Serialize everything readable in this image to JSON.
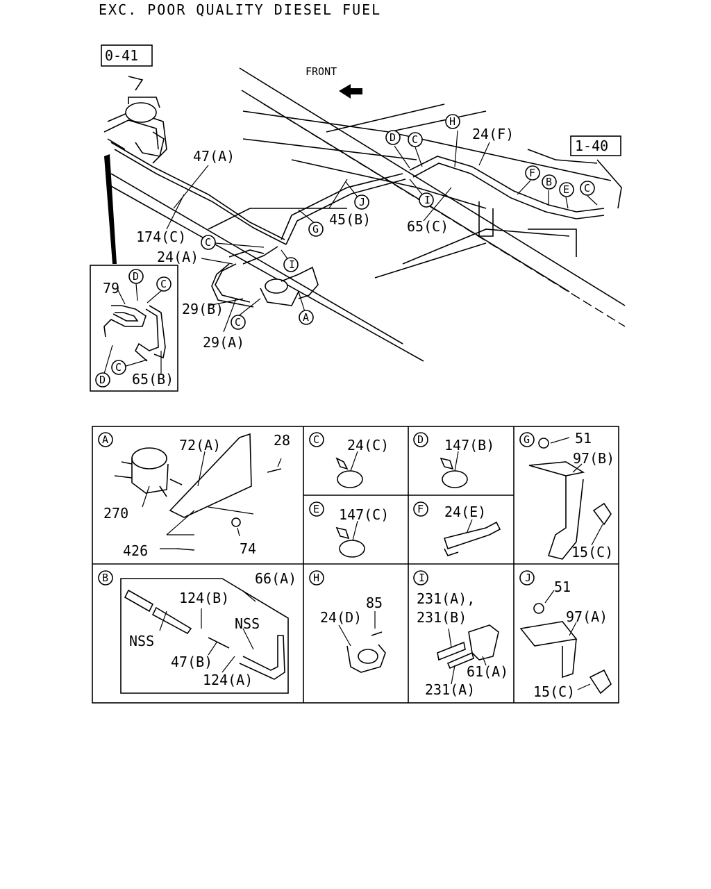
{
  "title": "EXC. POOR QUALITY DIESEL FUEL",
  "front_label": "FRONT",
  "ref_boxes": {
    "left": "0-41",
    "right": "1-40"
  },
  "main": {
    "labels": {
      "l47a": "47(A)",
      "l174c": "174(C)",
      "l24a": "24(A)",
      "l29b": "29(B)",
      "l29a": "29(A)",
      "l45b": "45(B)",
      "l65c": "65(C)",
      "l24f": "24(F)"
    },
    "callouts": {
      "D1": "D",
      "C1": "C",
      "H": "H",
      "F": "F",
      "B": "B",
      "E": "E",
      "C2": "C",
      "J": "J",
      "I1": "I",
      "G": "G",
      "C3": "C",
      "I2": "I",
      "C4": "C",
      "A": "A"
    }
  },
  "inset": {
    "labels": {
      "l79": "79",
      "l65b": "65(B)"
    },
    "callouts": {
      "D1": "D",
      "C1": "C",
      "C2": "C",
      "D2": "D"
    }
  },
  "details": {
    "A": {
      "letter": "A",
      "labels": [
        "72(A)",
        "28",
        "270",
        "74",
        "426"
      ]
    },
    "C": {
      "letter": "C",
      "labels": [
        "24(C)"
      ]
    },
    "D": {
      "letter": "D",
      "labels": [
        "147(B)"
      ]
    },
    "G": {
      "letter": "G",
      "labels": [
        "51",
        "97(B)",
        "15(C)"
      ]
    },
    "E": {
      "letter": "E",
      "labels": [
        "147(C)"
      ]
    },
    "F": {
      "letter": "F",
      "labels": [
        "24(E)"
      ]
    },
    "B": {
      "letter": "B",
      "labels": [
        "124(B)",
        "66(A)",
        "NSS",
        "NSS",
        "47(B)",
        "124(A)"
      ]
    },
    "H": {
      "letter": "H",
      "labels": [
        "85",
        "24(D)"
      ]
    },
    "I": {
      "letter": "I",
      "labels": [
        "231(A),",
        "231(B)",
        "61(A)",
        "231(A)"
      ]
    },
    "J": {
      "letter": "J",
      "labels": [
        "51",
        "97(A)",
        "15(C)"
      ]
    }
  }
}
